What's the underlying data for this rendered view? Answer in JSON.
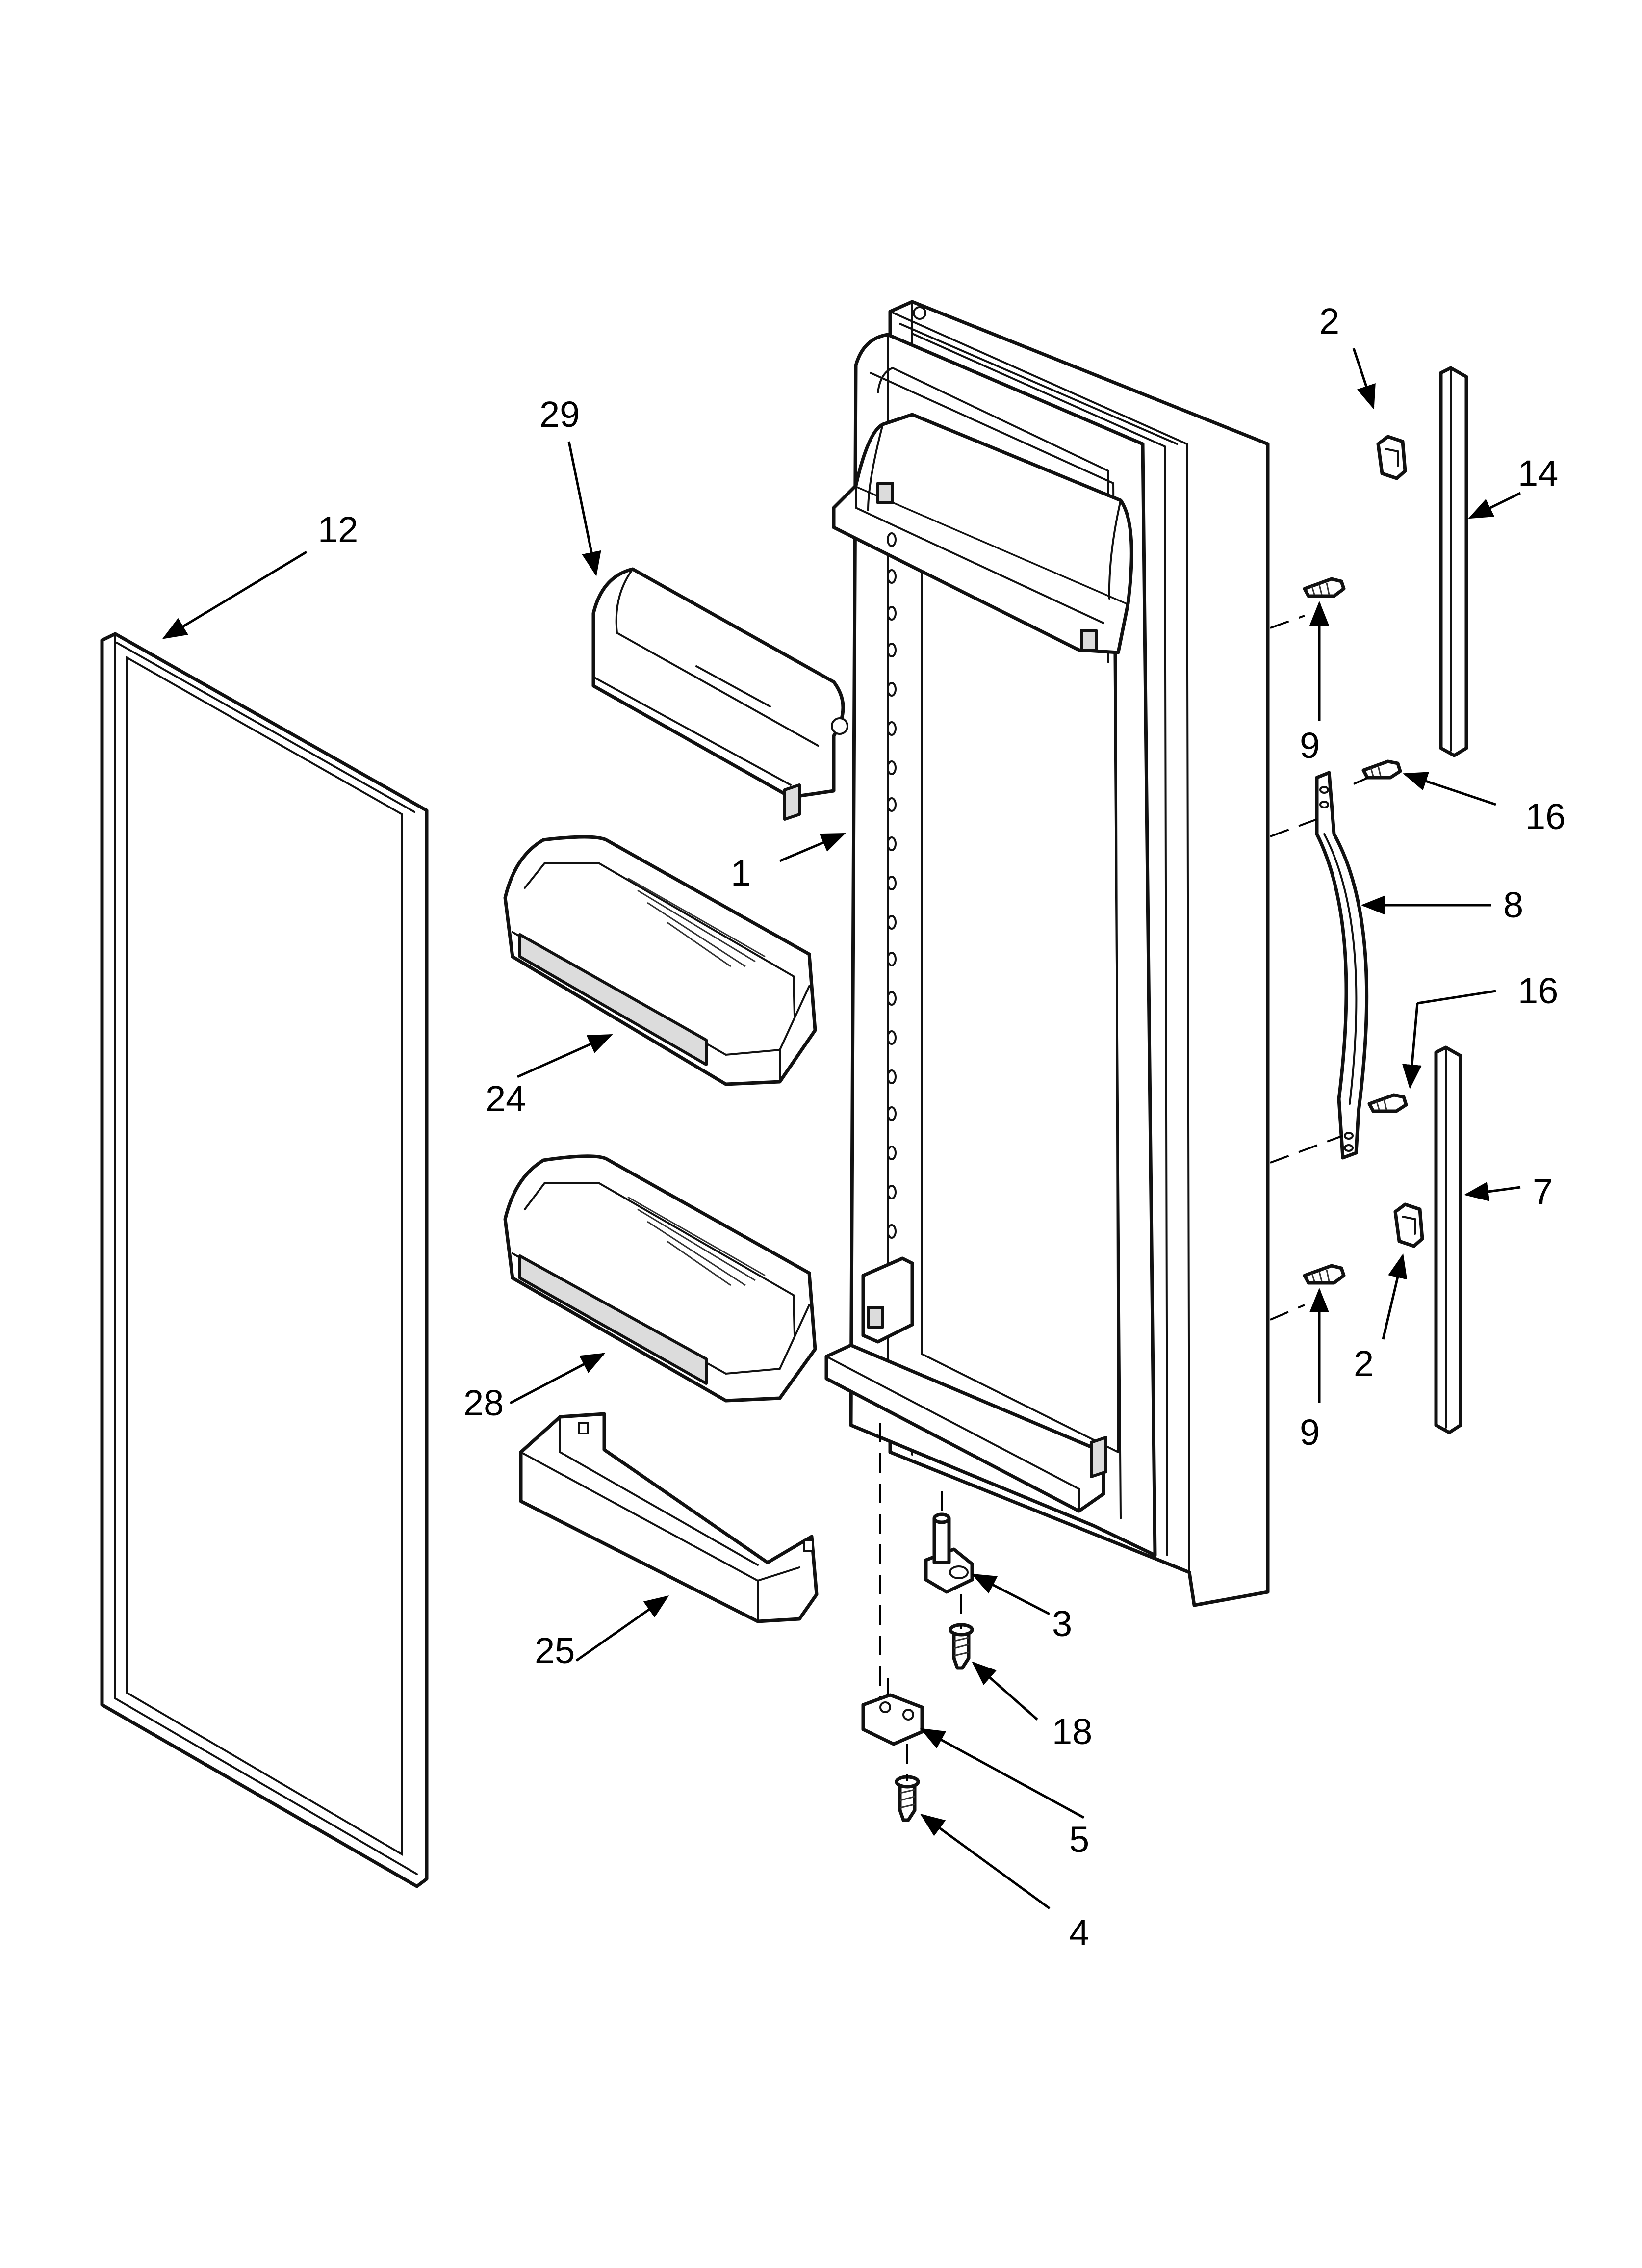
{
  "callouts": {
    "c1": "1",
    "c2a": "2",
    "c2b": "2",
    "c3": "3",
    "c4": "4",
    "c5": "5",
    "c7": "7",
    "c8": "8",
    "c9a": "9",
    "c9b": "9",
    "c12": "12",
    "c14": "14",
    "c16a": "16",
    "c16b": "16",
    "c18": "18",
    "c24": "24",
    "c25": "25",
    "c28": "28",
    "c29": "29"
  },
  "colors": {
    "line": "#111111",
    "background": "#ffffff"
  }
}
